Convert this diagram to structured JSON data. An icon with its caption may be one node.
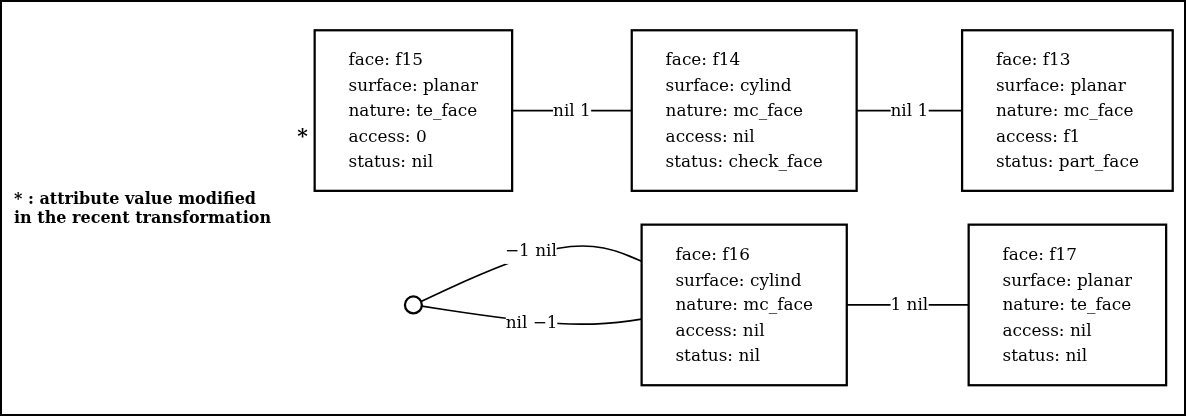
{
  "diagram": {
    "nodes": [
      {
        "text": [
          "face: f15",
          "surface: planar",
          "nature: te_face",
          "access: 0",
          "status: nil"
        ],
        "beside": [
          "*"
        ]
      },
      {
        "text": [
          "face: f14",
          "surface: cylind",
          "nature: mc_face",
          "access: nil",
          "status: check_face"
        ]
      },
      {
        "text": [
          "face: f13",
          "surface: planar",
          "nature: mc_face",
          "access: f1",
          "status: part_face"
        ]
      },
      {
        "text": [],
        "shape": "circle"
      },
      {
        "text": [
          "face: f16",
          "surface: cylind",
          "nature: mc_face",
          "access: nil",
          "status: nil"
        ]
      },
      {
        "text": [
          "face: f17",
          "surface: planar",
          "nature: te_face",
          "access: nil",
          "status: nil"
        ]
      }
    ],
    "edges": [
      {
        "from": 0,
        "to": 1,
        "arrow": "none",
        "label": "nil 1"
      },
      {
        "from": 1,
        "to": 2,
        "arrow": "none",
        "label": "nil 1"
      },
      {
        "from": 3,
        "to": 4,
        "arrow": "none",
        "label": "−1 nil"
      },
      {
        "from": 3,
        "to": 4,
        "arrow": "none",
        "label": "nil −1"
      },
      {
        "from": 4,
        "to": 5,
        "arrow": "none",
        "label": "1 nil"
      }
    ],
    "labels": [
      "* : attribute value modified in the recent transformation"
    ]
  }
}
